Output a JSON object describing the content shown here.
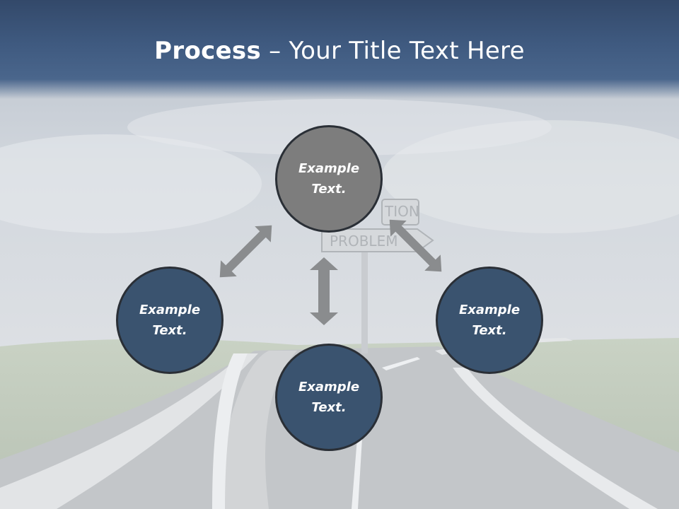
{
  "title": {
    "bold": "Process",
    "rest": " – Your Title Text Here"
  },
  "background": {
    "sign_top_text": "TION",
    "sign_bottom_text": "PROBLEM"
  },
  "circles": {
    "top": "Example\nText.",
    "left": "Example\nText.",
    "right": "Example\nText.",
    "bottom": "Example\nText."
  },
  "colors": {
    "title_bar": "#3f5a80",
    "circle_dark": "#3a536f",
    "circle_grey": "#7d7d7d",
    "arrow": "#8a8c8e"
  },
  "icons": [
    "double-arrow-icon"
  ]
}
